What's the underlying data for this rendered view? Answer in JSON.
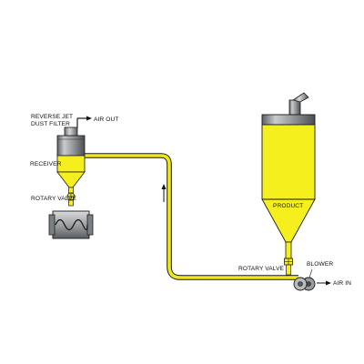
{
  "diagram": {
    "labels": {
      "dust_filter_line1": "REVERSE JET",
      "dust_filter_line2": "DUST FILTER",
      "air_out": "AIR OUT",
      "receiver": "RECEIVER",
      "rotary_valve_left": "ROTARY VALVE",
      "product": "PRODUCT",
      "rotary_valve_right": "ROTARY VALVE",
      "blower": "BLOWER",
      "air_in": "AIR IN"
    },
    "colors": {
      "product_fill": "#f5ef1e",
      "pipe": "#f1e619",
      "vessel_gray": "#8c8f92",
      "vessel_dark": "#4a4c4e",
      "outline": "#1a1a1a"
    },
    "icons": {
      "flow_arrow": "arrow-up-icon",
      "air_arrow": "arrow-right-icon",
      "feeder": "sine-wave-icon"
    }
  }
}
